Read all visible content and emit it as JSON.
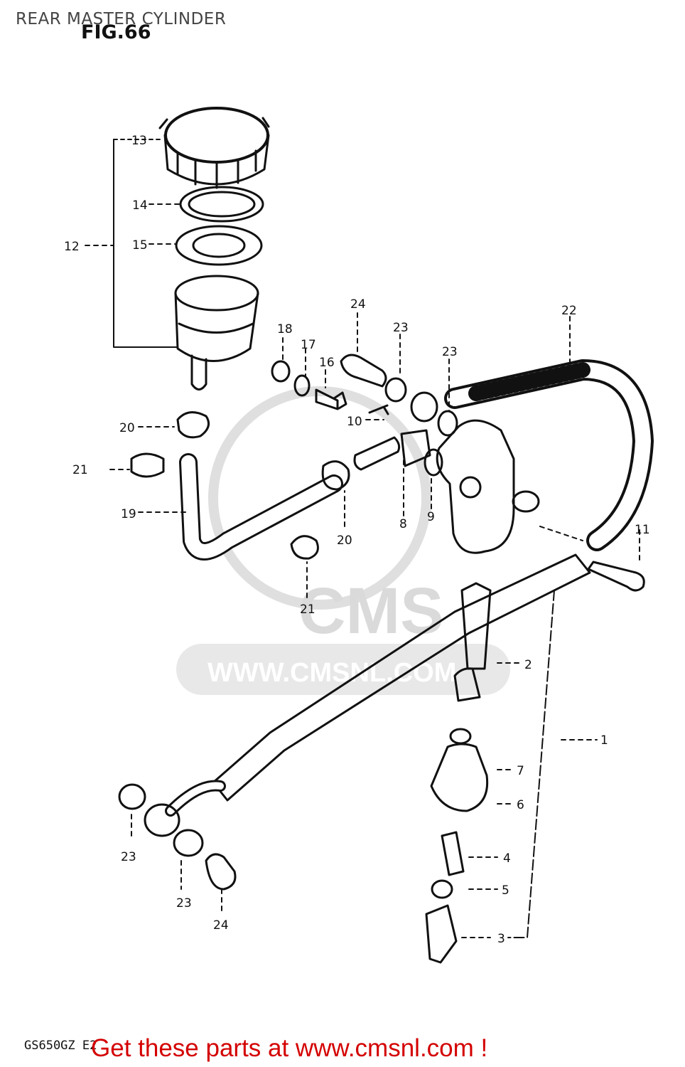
{
  "page": {
    "title": "REAR MASTER CYLINDER",
    "figure": "FIG.66",
    "model_code": "GS650GZ E2",
    "ad_text": "Get these parts at www.cmsnl.com !"
  },
  "watermark": {
    "logo_text": "CMS",
    "url_text": "WWW.CMSNL.COM"
  },
  "callouts": [
    "1",
    "2",
    "3",
    "4",
    "5",
    "6",
    "7",
    "8",
    "9",
    "10",
    "11",
    "12",
    "13",
    "14",
    "15",
    "16",
    "17",
    "18",
    "19",
    "20",
    "20",
    "21",
    "21",
    "22",
    "23",
    "23",
    "23",
    "23",
    "24",
    "24"
  ],
  "colors": {
    "ink": "#111111",
    "ad": "#d40000",
    "watermark": "#d6d6d6"
  }
}
